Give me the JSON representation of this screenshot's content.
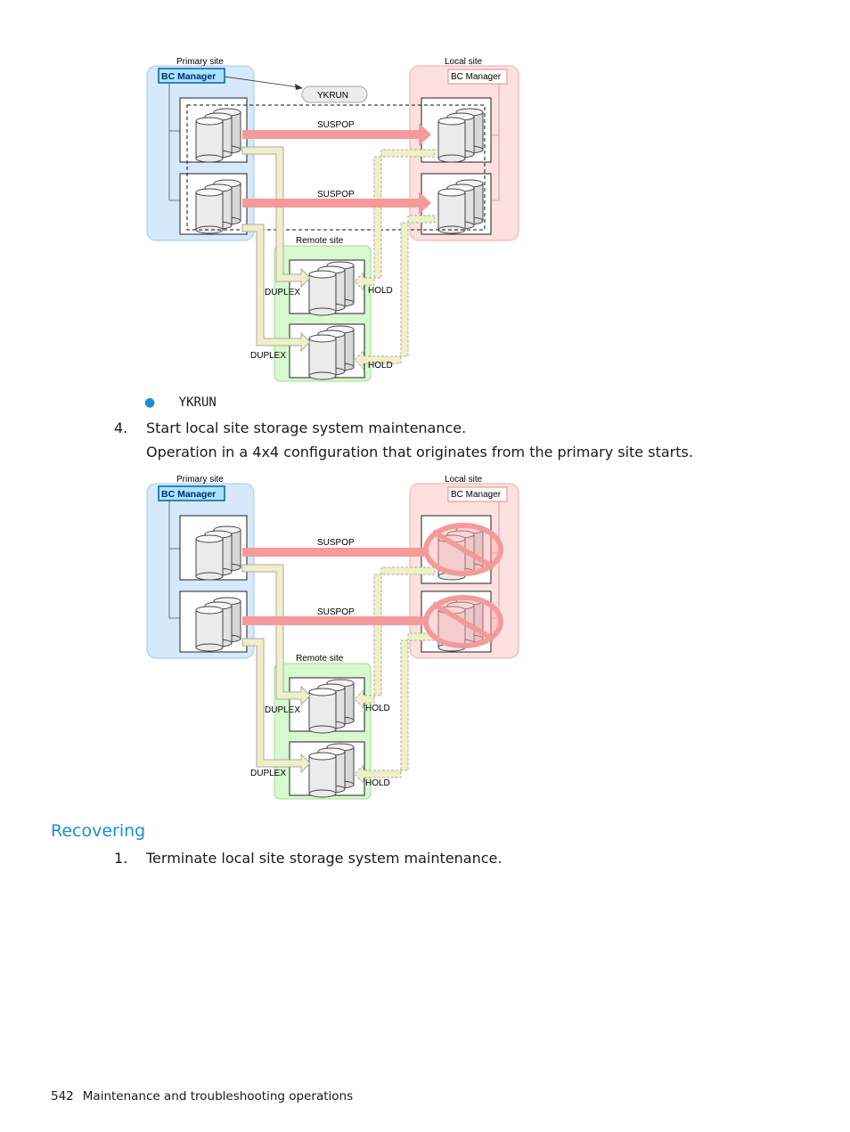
{
  "diagram1": {
    "primary_site": "Primary site",
    "local_site": "Local site",
    "remote_site": "Remote site",
    "bc_manager_primary": "BC Manager",
    "bc_manager_local": "BC Manager",
    "command": "YKRUN",
    "suspop_top": "SUSPOP",
    "suspop_bottom": "SUSPOP",
    "duplex_top": "DUPLEX",
    "duplex_bottom": "DUPLEX",
    "hold_top": "HOLD",
    "hold_bottom": "HOLD"
  },
  "bullet": {
    "text": "YKRUN"
  },
  "step4": {
    "number": "4.",
    "text": "Start local site storage system maintenance.",
    "detail": "Operation in a 4x4 configuration that originates from the primary site starts."
  },
  "diagram2": {
    "primary_site": "Primary site",
    "local_site": "Local site",
    "remote_site": "Remote site",
    "bc_manager_primary": "BC Manager",
    "bc_manager_local": "BC Manager",
    "suspop_top": "SUSPOP",
    "suspop_bottom": "SUSPOP",
    "duplex_top": "DUPLEX",
    "duplex_bottom": "DUPLEX",
    "hold_top": "HOLD",
    "hold_bottom": "HOLD"
  },
  "section": {
    "title": "Recovering"
  },
  "step1": {
    "number": "1.",
    "text": "Terminate local site storage system maintenance."
  },
  "footer": {
    "page_number": "542",
    "title": "Maintenance and troubleshooting operations"
  },
  "colors": {
    "primary_bg": "#d6e9fb",
    "local_bg": "#fde0e0",
    "remote_bg": "#d9f7d0",
    "suspop_arrow": "#f59a9a",
    "duplex_arrow": "#f0f0c8",
    "accent": "#1a8fd6"
  }
}
